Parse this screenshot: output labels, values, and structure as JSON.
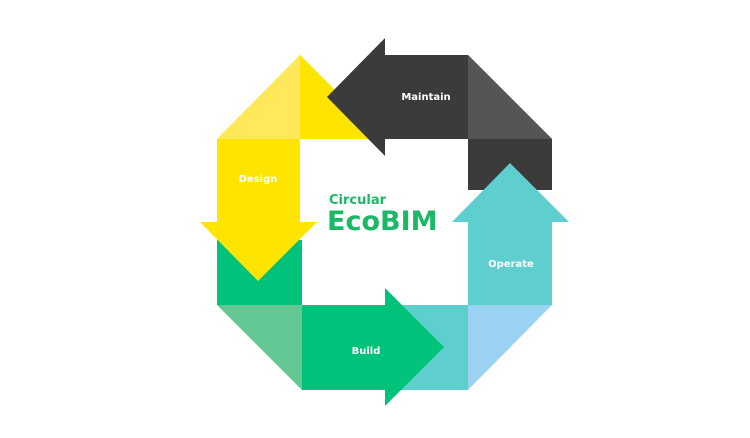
{
  "center": {
    "subtitle": "Circular",
    "title": "EcoBIM",
    "color": "#1bb866"
  },
  "stages": [
    {
      "id": "maintain",
      "label": "Maintain",
      "color": "#3b3b3b"
    },
    {
      "id": "design",
      "label": "Design",
      "color": "#ffe400"
    },
    {
      "id": "build",
      "label": "Build",
      "color": "#00c27a"
    },
    {
      "id": "operate",
      "label": "Operate",
      "color": "#5ecece"
    }
  ],
  "colors": {
    "maintain_shade": "#555555",
    "design_shade": "#ffe95a",
    "build_shade": "#64c894",
    "operate_light": "#9bd2f2",
    "background": "#ffffff"
  }
}
